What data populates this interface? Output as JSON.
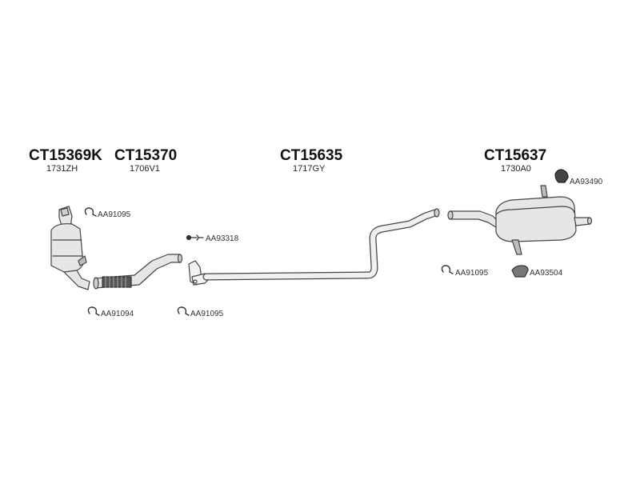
{
  "groups": [
    {
      "code": "CT15369K",
      "ref": "1731ZH"
    },
    {
      "code": "CT15370",
      "ref": "1706V1"
    },
    {
      "code": "CT15635",
      "ref": "1717GY"
    },
    {
      "code": "CT15637",
      "ref": "1730A0"
    }
  ],
  "parts": {
    "clamp_cat_top": "AA91095",
    "clamp_cat_bottom": "AA91094",
    "clamp_flex_bottom": "AA91095",
    "bolt_kit": "AA93318",
    "clamp_rear": "AA91095",
    "rubber_mount_rear": "AA93504",
    "rubber_mount_top": "AA93490"
  },
  "colors": {
    "line": "#444444",
    "fill": "#e6e6e6",
    "dark": "#333333"
  }
}
